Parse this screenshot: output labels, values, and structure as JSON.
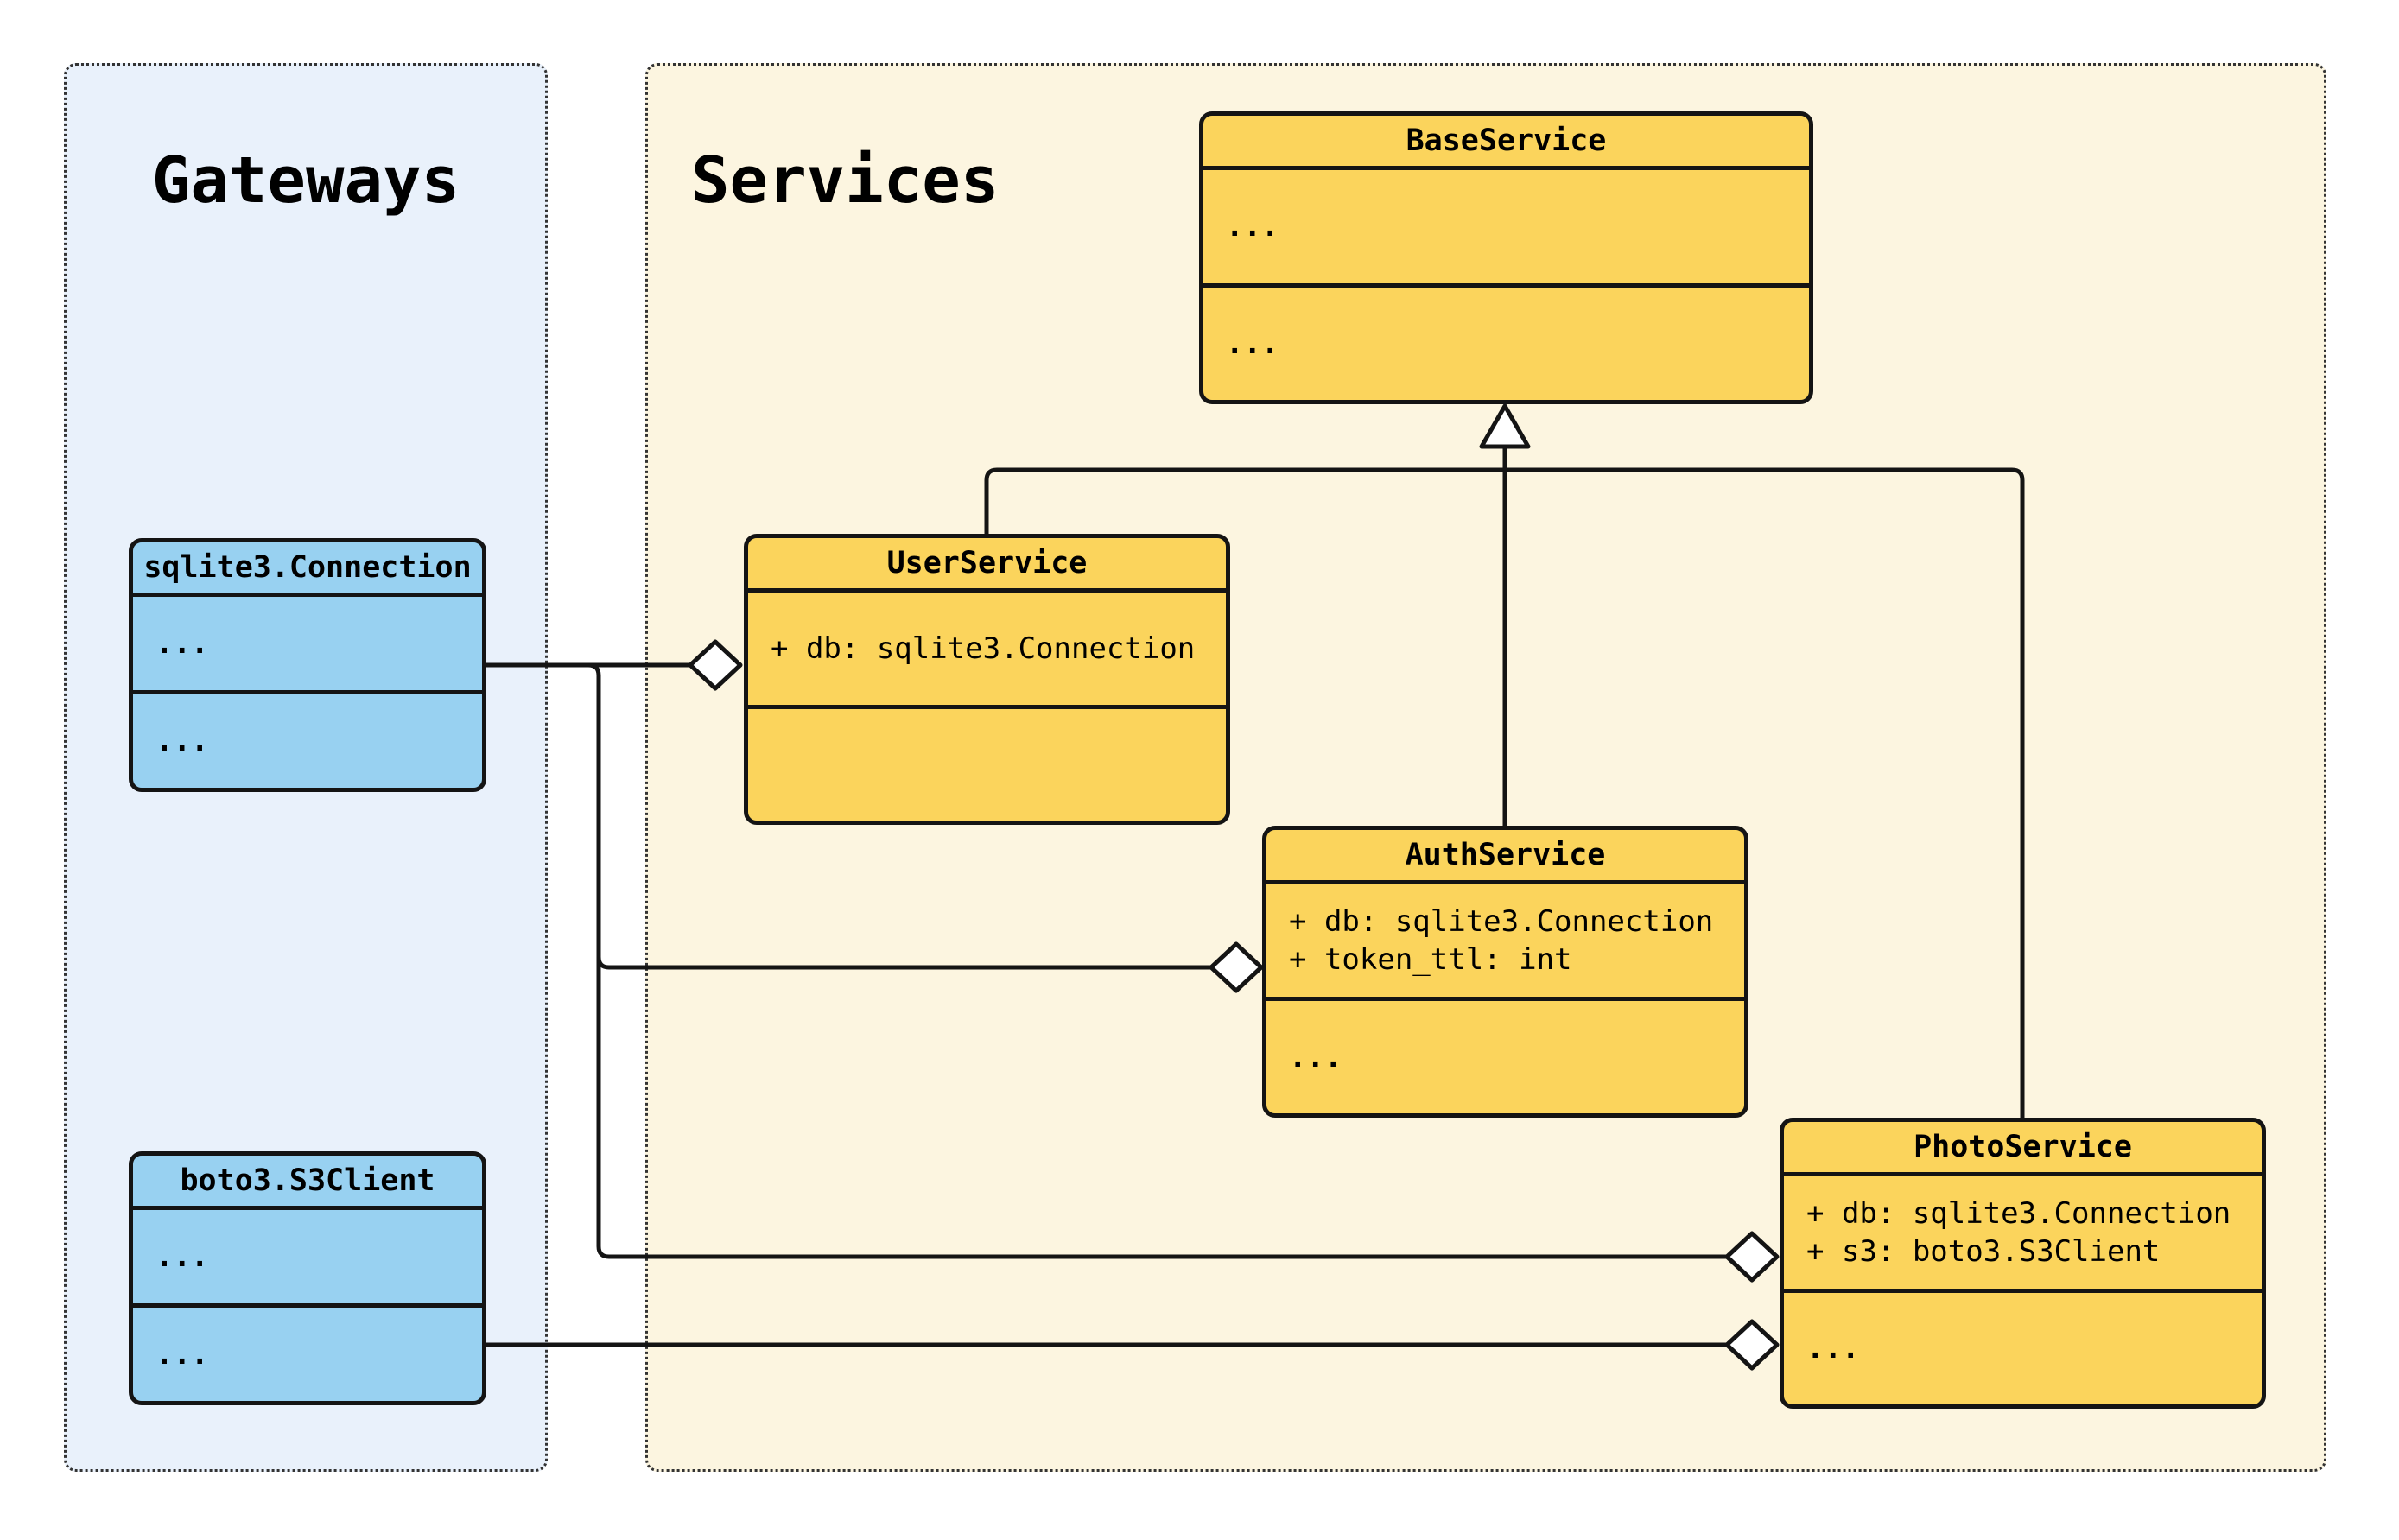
{
  "diagram": {
    "panels": {
      "gateways": {
        "title": "Gateways"
      },
      "services": {
        "title": "Services"
      }
    },
    "classes": {
      "base_service": {
        "name": "BaseService",
        "attributes_placeholder": "...",
        "methods_placeholder": "..."
      },
      "user_service": {
        "name": "UserService",
        "attr_db": "+ db: sqlite3.Connection",
        "methods_placeholder": ""
      },
      "auth_service": {
        "name": "AuthService",
        "attr_db": "+ db: sqlite3.Connection",
        "attr_token_ttl": "+ token_ttl: int",
        "methods_placeholder": "..."
      },
      "photo_service": {
        "name": "PhotoService",
        "attr_db": "+ db: sqlite3.Connection",
        "attr_s3": "+ s3: boto3.S3Client",
        "methods_placeholder": "..."
      },
      "sqlite3_connection": {
        "name": "sqlite3.Connection",
        "attributes_placeholder": "...",
        "methods_placeholder": "..."
      },
      "boto3_s3client": {
        "name": "boto3.S3Client",
        "attributes_placeholder": "...",
        "methods_placeholder": "..."
      }
    },
    "relationships": {
      "inheritance": [
        {
          "from": "UserService",
          "to": "BaseService"
        },
        {
          "from": "AuthService",
          "to": "BaseService"
        },
        {
          "from": "PhotoService",
          "to": "BaseService"
        }
      ],
      "aggregations": [
        {
          "part": "sqlite3.Connection",
          "whole": "UserService"
        },
        {
          "part": "sqlite3.Connection",
          "whole": "AuthService"
        },
        {
          "part": "sqlite3.Connection",
          "whole": "PhotoService"
        },
        {
          "part": "boto3.S3Client",
          "whole": "PhotoService"
        }
      ]
    },
    "colors": {
      "gateway_panel_bg": "#E9F1FB",
      "services_panel_bg": "#FCF5E0",
      "gateway_class_fill": "#98D1F1",
      "service_class_fill": "#FBD45C",
      "line_color": "#141414"
    }
  }
}
